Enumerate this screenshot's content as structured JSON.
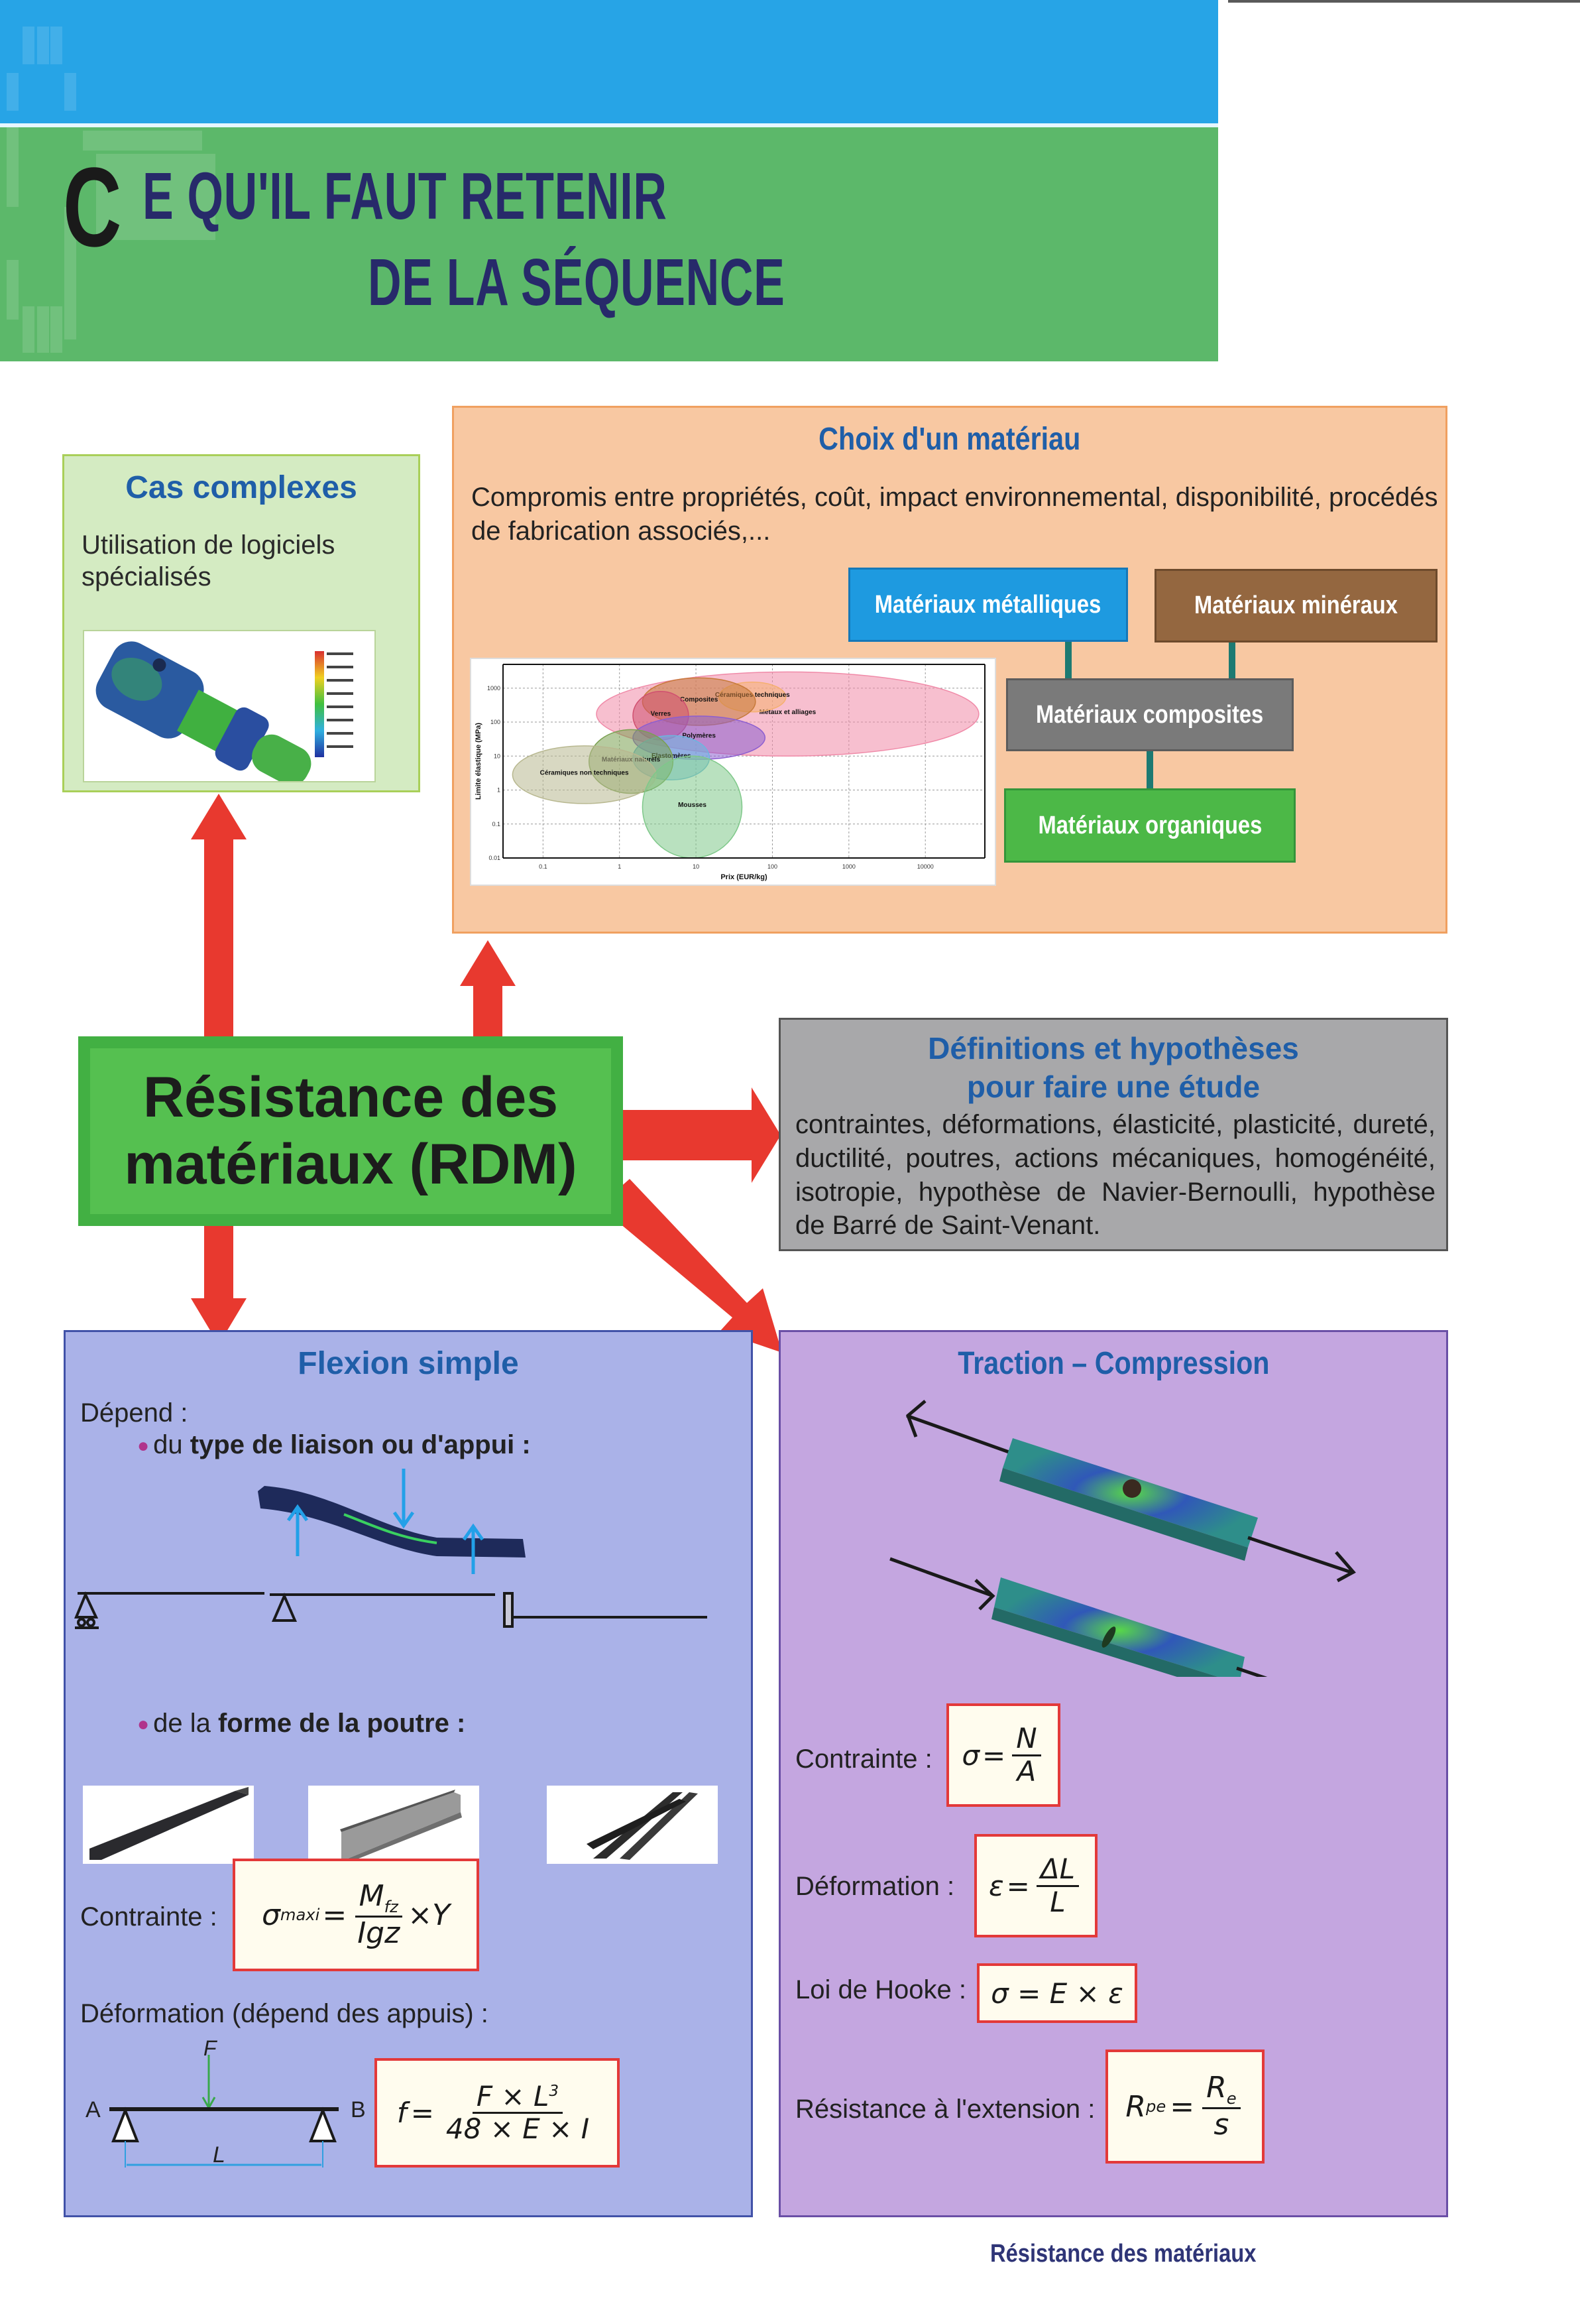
{
  "header": {
    "initial": "C",
    "title_line1": "E QU'IL FAUT RETENIR",
    "title_line2": "DE LA SÉQUENCE",
    "colors": {
      "top_band": "#27a4e6",
      "bottom_band": "#5cb86a",
      "title": "#272a6a"
    }
  },
  "center": {
    "title_line1": "Résistance des",
    "title_line2": "matériaux (RDM)"
  },
  "cas_complexes": {
    "title": "Cas complexes",
    "text": "Utilisation de logiciels spécialisés",
    "image": "fea-simulation-shaft"
  },
  "choix_materiau": {
    "title": "Choix d'un matériau",
    "text": "Compromis entre propriétés, coût, impact environnemental, disponibilité, procédés de fabrication associés,...",
    "families": [
      {
        "label": "Matériaux métalliques",
        "color": "#1e9ae0"
      },
      {
        "label": "Matériaux minéraux",
        "color": "#946740"
      },
      {
        "label": "Matériaux composites",
        "color": "#7a7a7a"
      },
      {
        "label": "Matériaux organiques",
        "color": "#4cb847"
      }
    ]
  },
  "chart_data": {
    "type": "scatter",
    "title": "",
    "xlabel": "Prix (EUR/kg)",
    "ylabel": "Limite élastique (MPa)",
    "xscale": "log",
    "yscale": "log",
    "xticks": [
      "0.1",
      "1",
      "10",
      "100",
      "1000",
      "10000"
    ],
    "yticks": [
      "0.01",
      "0.1",
      "1",
      "10",
      "100",
      "1000"
    ],
    "xlim": [
      0.03,
      60000
    ],
    "ylim": [
      0.01,
      5000
    ],
    "grid": true,
    "regions": [
      {
        "name": "Métaux et alliages",
        "x_range": [
          0.5,
          50000
        ],
        "y_range": [
          10,
          3000
        ],
        "color": "#f08aa8"
      },
      {
        "name": "Céramiques techniques",
        "x_range": [
          20,
          150
        ],
        "y_range": [
          200,
          1500
        ],
        "color": "#f5b070"
      },
      {
        "name": "Composites",
        "x_range": [
          2,
          60
        ],
        "y_range": [
          80,
          2000
        ],
        "color": "#c77a3a"
      },
      {
        "name": "Verres",
        "x_range": [
          1.5,
          8
        ],
        "y_range": [
          30,
          800
        ],
        "color": "#d05070"
      },
      {
        "name": "Polymères",
        "x_range": [
          1.5,
          80
        ],
        "y_range": [
          8,
          150
        ],
        "color": "#8c5ed0"
      },
      {
        "name": "Elastomères",
        "x_range": [
          1.5,
          15
        ],
        "y_range": [
          2,
          40
        ],
        "color": "#6bb6e0"
      },
      {
        "name": "Matériaux naturels",
        "x_range": [
          0.4,
          5
        ],
        "y_range": [
          0.8,
          60
        ],
        "color": "#7aa050"
      },
      {
        "name": "Céramiques non techniques",
        "x_range": [
          0.04,
          3
        ],
        "y_range": [
          0.4,
          20
        ],
        "color": "#b8b890"
      },
      {
        "name": "Mousses",
        "x_range": [
          2,
          40
        ],
        "y_range": [
          0.01,
          10
        ],
        "color": "#7fc88a"
      }
    ]
  },
  "definitions": {
    "title_line1": "Définitions et hypothèses",
    "title_line2": "pour faire une étude",
    "text": "contraintes, déformations, élasticité, plasticité, dureté, ductilité, poutres, actions mécaniques, homogénéité, isotropie, hypothèse de Navier-Bernoulli, hypothèse de Barré de Saint-Venant."
  },
  "flexion": {
    "title": "Flexion simple",
    "depend": "Dépend :",
    "bullet1_pre": "du ",
    "bullet1_bold": "type de liaison ou d'appui :",
    "bullet2_pre": "de la ",
    "bullet2_bold": "forme de la poutre :",
    "beam_shapes": [
      "rectangular-tube",
      "c-channel",
      "i-beam"
    ],
    "contrainte_label": "Contrainte :",
    "contrainte_formula": {
      "lhs": "σ",
      "lhs_sub": "maxi",
      "num": "M",
      "num_sub": "fz",
      "den": "Igz",
      "tail": "×Y"
    },
    "deformation_label": "Déformation (dépend des appuis) :",
    "diagram_labels": {
      "force": "F",
      "a": "A",
      "b": "B",
      "length": "L"
    },
    "deformation_formula": {
      "lhs": "f",
      "num": "F × L",
      "num_sup": "3",
      "den": "48 × E × I"
    }
  },
  "traction": {
    "title": "Traction – Compression",
    "contrainte_label": "Contrainte :",
    "contrainte_formula": {
      "lhs": "σ",
      "num": "N",
      "den": "A"
    },
    "deformation_label": "Déformation :",
    "deformation_formula": {
      "lhs": "ε",
      "num": "ΔL",
      "den": "L"
    },
    "hooke_label": "Loi de Hooke :",
    "hooke_formula": "σ = E × ε",
    "extension_label": "Résistance à l'extension :",
    "extension_formula": {
      "lhs": "R",
      "lhs_sub": "pe",
      "num": "R",
      "num_sub": "e",
      "den": "s"
    }
  },
  "footer": {
    "text": "Résistance des matériaux"
  }
}
